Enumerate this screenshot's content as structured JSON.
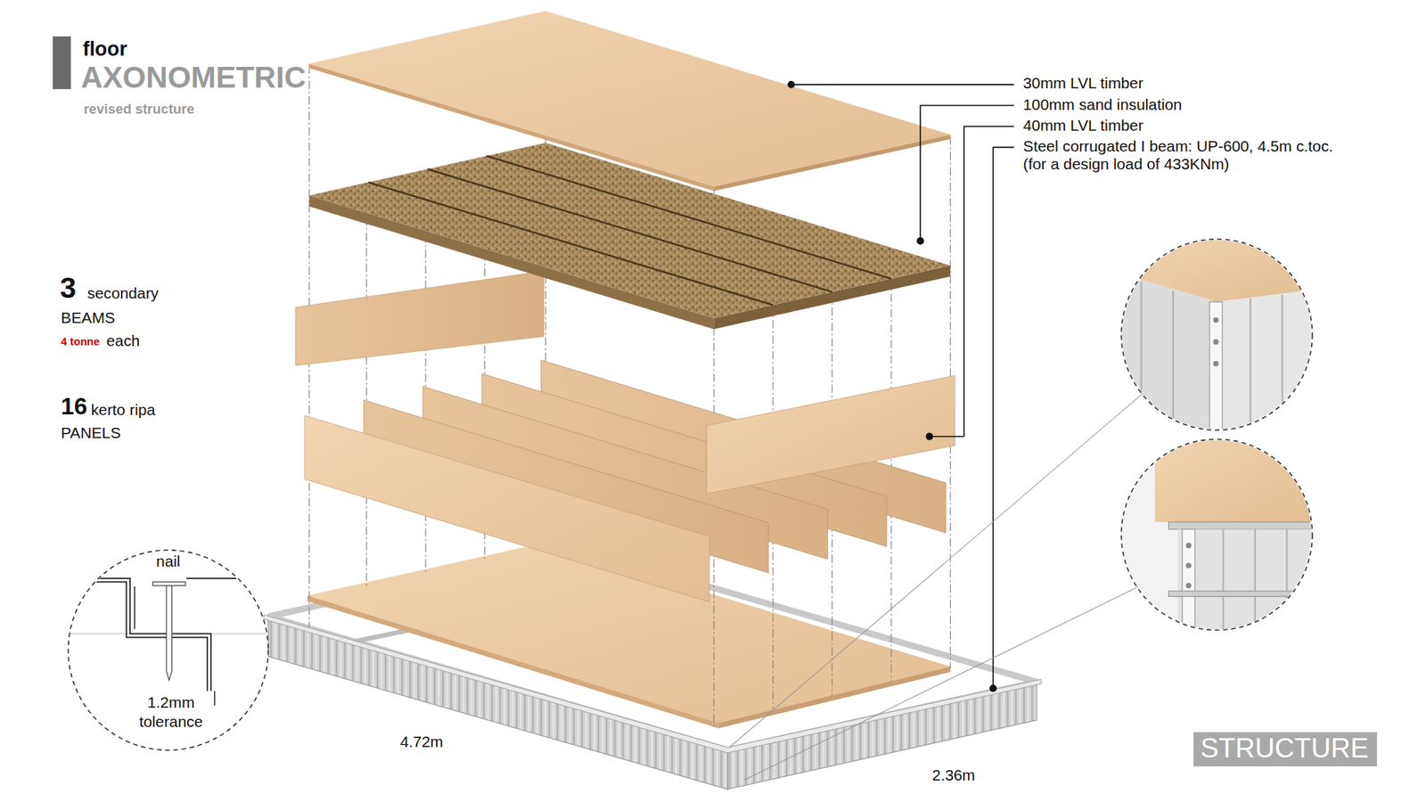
{
  "diagram": {
    "title": "AXONOMETRIC",
    "nodes": [
      {
        "text": [
          "nail",
          "1.2mm tolerance"
        ]
      },
      {
        "text": [
          "STRUCTURE"
        ]
      }
    ],
    "labels": [
      "floor",
      "revised structure",
      "3",
      "secondary",
      "BEAMS",
      "4 tonne",
      "each",
      "16",
      "kerto ripa",
      "PANELS",
      "30mm LVL timber",
      "100mm sand insulation",
      "40mm LVL timber",
      "Steel corrugated I beam: UP-600, 4.5m c.toc. (for a design load of 433KNm)",
      "4.72m",
      "2.36m"
    ]
  }
}
